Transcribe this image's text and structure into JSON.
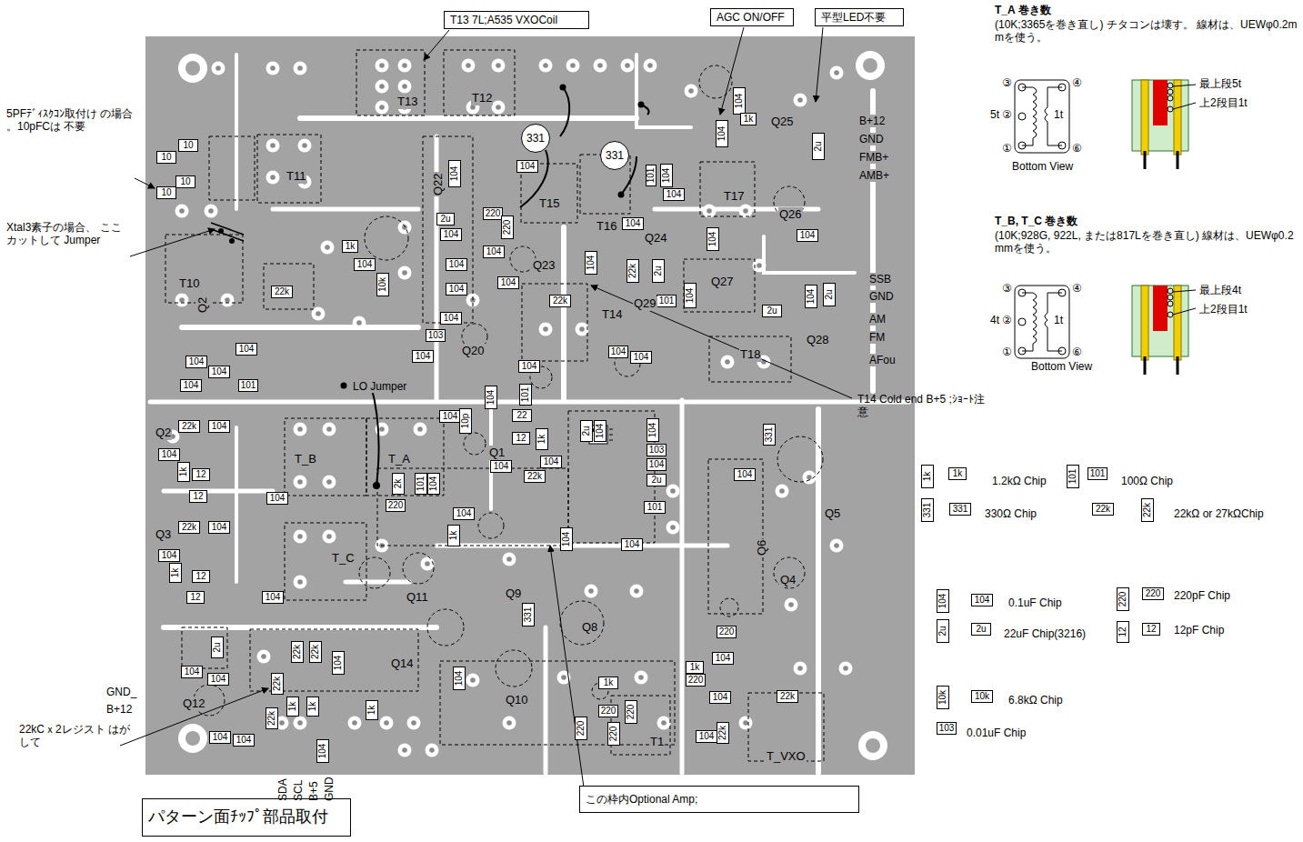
{
  "diagram": {
    "nodes": [
      {
        "text": [
          "T13 7L;A535 VXOCoil"
        ]
      },
      {
        "text": [
          "AGC ON/OFF"
        ]
      },
      {
        "text": [
          "平型LED不要"
        ]
      },
      {
        "text": [
          "10"
        ]
      },
      {
        "text": [
          "10"
        ]
      },
      {
        "text": [
          "10"
        ]
      },
      {
        "text": [
          "10"
        ]
      },
      {
        "text": [
          "104"
        ]
      },
      {
        "text": [
          "1k"
        ]
      },
      {
        "text": [
          "104"
        ]
      },
      {
        "text": [
          "2u"
        ]
      },
      {
        "text": [
          "331"
        ]
      },
      {
        "text": [
          "331"
        ]
      },
      {
        "text": [
          "104"
        ]
      },
      {
        "text": [
          "104"
        ]
      },
      {
        "text": [
          "101"
        ]
      },
      {
        "text": [
          "104"
        ]
      },
      {
        "text": [
          "104"
        ]
      },
      {
        "text": [
          "2u"
        ]
      },
      {
        "text": [
          "220"
        ]
      },
      {
        "text": [
          "220"
        ]
      },
      {
        "text": [
          "104"
        ]
      },
      {
        "text": [
          "104"
        ]
      },
      {
        "text": [
          "104"
        ]
      },
      {
        "text": [
          "104"
        ]
      },
      {
        "text": [
          "1k"
        ]
      },
      {
        "text": [
          "104"
        ]
      },
      {
        "text": [
          "104"
        ]
      },
      {
        "text": [
          "104"
        ]
      },
      {
        "text": [
          "104"
        ]
      },
      {
        "text": [
          "22k"
        ]
      },
      {
        "text": [
          "2u"
        ]
      },
      {
        "text": [
          "10k"
        ]
      },
      {
        "text": [
          "104"
        ]
      },
      {
        "text": [
          "104"
        ]
      },
      {
        "text": [
          "104"
        ]
      },
      {
        "text": [
          "104"
        ]
      },
      {
        "text": [
          "2u"
        ]
      },
      {
        "text": [
          "22k"
        ]
      },
      {
        "text": [
          "101"
        ]
      },
      {
        "text": [
          "22k"
        ]
      },
      {
        "text": [
          "2u"
        ]
      },
      {
        "text": [
          "104"
        ]
      },
      {
        "text": [
          "103"
        ]
      },
      {
        "text": [
          "104"
        ]
      },
      {
        "text": [
          "104"
        ]
      },
      {
        "text": [
          "104"
        ]
      },
      {
        "text": [
          "104"
        ]
      },
      {
        "text": [
          "104"
        ]
      },
      {
        "text": [
          "104"
        ]
      },
      {
        "text": [
          "104"
        ]
      },
      {
        "text": [
          "104"
        ]
      },
      {
        "text": [
          "101"
        ]
      },
      {
        "text": [
          "101"
        ]
      },
      {
        "text": [
          "104"
        ]
      },
      {
        "text": [
          "22"
        ]
      },
      {
        "text": [
          "104"
        ]
      },
      {
        "text": [
          "22k"
        ]
      },
      {
        "text": [
          "104"
        ]
      },
      {
        "text": [
          "10p"
        ]
      },
      {
        "text": [
          "2u"
        ]
      },
      {
        "text": [
          "104"
        ]
      },
      {
        "text": [
          "104"
        ]
      },
      {
        "text": [
          "331"
        ]
      },
      {
        "text": [
          "12"
        ]
      },
      {
        "text": [
          "1k"
        ]
      },
      {
        "text": [
          "103"
        ]
      },
      {
        "text": [
          "104"
        ]
      },
      {
        "text": [
          "104"
        ]
      },
      {
        "text": [
          "104"
        ]
      },
      {
        "text": [
          "1k"
        ]
      },
      {
        "text": [
          "12"
        ]
      },
      {
        "text": [
          "104"
        ]
      },
      {
        "text": [
          "104"
        ]
      },
      {
        "text": [
          "22k"
        ]
      },
      {
        "text": [
          "2u"
        ]
      },
      {
        "text": [
          "2k"
        ]
      },
      {
        "text": [
          "101"
        ]
      },
      {
        "text": [
          "104"
        ]
      },
      {
        "text": [
          "12"
        ]
      },
      {
        "text": [
          "104"
        ]
      },
      {
        "text": [
          "220"
        ]
      },
      {
        "text": [
          "101"
        ]
      },
      {
        "text": [
          "104"
        ]
      },
      {
        "text": [
          "22k"
        ]
      },
      {
        "text": [
          "104"
        ]
      },
      {
        "text": [
          "1k"
        ]
      },
      {
        "text": [
          "104"
        ]
      },
      {
        "text": [
          "104"
        ]
      },
      {
        "text": [
          "104"
        ]
      },
      {
        "text": [
          "1k"
        ]
      },
      {
        "text": [
          "12"
        ]
      },
      {
        "text": [
          "12"
        ]
      },
      {
        "text": [
          "104"
        ]
      },
      {
        "text": [
          "331"
        ]
      },
      {
        "text": [
          "220"
        ]
      },
      {
        "text": [
          "2u"
        ]
      },
      {
        "text": [
          "22k"
        ]
      },
      {
        "text": [
          "22k"
        ]
      },
      {
        "text": [
          "104"
        ]
      },
      {
        "text": [
          "104"
        ]
      },
      {
        "text": [
          "104"
        ]
      },
      {
        "text": [
          "22k"
        ]
      },
      {
        "text": [
          "104"
        ]
      },
      {
        "text": [
          "104"
        ]
      },
      {
        "text": [
          "1k"
        ]
      },
      {
        "text": [
          "1k"
        ]
      },
      {
        "text": [
          "220"
        ]
      },
      {
        "text": [
          "22k"
        ]
      },
      {
        "text": [
          "104"
        ]
      },
      {
        "text": [
          "1k"
        ]
      },
      {
        "text": [
          "1k"
        ]
      },
      {
        "text": [
          "1k"
        ]
      },
      {
        "text": [
          "220"
        ]
      },
      {
        "text": [
          "220"
        ]
      },
      {
        "text": [
          "22k"
        ]
      },
      {
        "text": [
          "220"
        ]
      },
      {
        "text": [
          "22k"
        ]
      },
      {
        "text": [
          "220"
        ]
      },
      {
        "text": [
          "104"
        ]
      },
      {
        "text": [
          "104"
        ]
      },
      {
        "text": [
          "104"
        ]
      },
      {
        "text": [
          "104"
        ]
      },
      {
        "text": [
          "この枠内Optional Amp;"
        ]
      },
      {
        "text": [
          "パターン面ﾁｯﾌﾟ部品取付"
        ]
      },
      {
        "text": [
          "1k"
        ]
      },
      {
        "text": [
          "1k"
        ]
      },
      {
        "text": [
          "101"
        ]
      },
      {
        "text": [
          "101"
        ]
      },
      {
        "text": [
          "331"
        ]
      },
      {
        "text": [
          "331"
        ]
      },
      {
        "text": [
          "22k"
        ]
      },
      {
        "text": [
          "22k"
        ]
      },
      {
        "text": [
          "104"
        ]
      },
      {
        "text": [
          "104"
        ]
      },
      {
        "text": [
          "220"
        ]
      },
      {
        "text": [
          "220"
        ]
      },
      {
        "text": [
          "2u"
        ]
      },
      {
        "text": [
          "2u"
        ]
      },
      {
        "text": [
          "12"
        ]
      },
      {
        "text": [
          "12"
        ]
      },
      {
        "text": [
          "10k"
        ]
      },
      {
        "text": [
          "10k"
        ]
      },
      {
        "text": [
          "103"
        ]
      }
    ],
    "labels": [
      "5PFﾃﾞｨｽｸｺﾝ取付け の場合。10pFCは 不要",
      "Xtal3素子の場合、 ここカットして Jumper",
      "T13",
      "T12",
      "T11",
      "T10",
      "Q2",
      "Q22",
      "T15",
      "T16",
      "Q24",
      "T17",
      "Q25",
      "Q26",
      "Q27",
      "Q29",
      "Q28",
      "T18",
      "Q23",
      "T14",
      "Q20",
      "B+12",
      "GND",
      "FMB+",
      "AMB+",
      "SSB",
      "GND",
      "AM",
      "FM",
      "AFou",
      "LO Jumper",
      "T14 Cold end B+5 ;ｼｮｰﾄ注意",
      "Q2",
      "T_B",
      "T_A",
      "Q1",
      "Q3",
      "Q5",
      "Q6",
      "T_C",
      "Q4",
      "Q11",
      "Q9",
      "Q8",
      "Q14",
      "GND_",
      "B+12",
      "Q12",
      "Q10",
      "22kCｘ2レジスト はがして",
      "T1",
      "T_VXO",
      "SDA",
      "SCL",
      "B+5",
      "GND",
      "T_A 巻き数",
      "(10K;3365を巻き直し) チタコンは壊す。 線材は、UEWφ0.2mmを使う。",
      "③",
      "④",
      "5t",
      "②",
      "1t",
      "①",
      "⑥",
      "Bottom View",
      "最上段5t",
      "上2段目1t",
      "T_B, T_C 巻き数",
      "(10K;928G, 922L, または817Lを巻き直し) 線材は、UEWφ0.2mmを使う。",
      "③",
      "④",
      "4t",
      "②",
      "1t",
      "①",
      "⑥",
      "Bottom View",
      "最上段4t",
      "上2段目1t",
      "1.2kΩ Chip",
      "100Ω Chip",
      "330Ω Chip",
      "22kΩ or 27kΩChip",
      "0.1uF Chip",
      "220pF Chip",
      "22uF Chip(3216)",
      "12pF Chip",
      "6.8kΩ Chip",
      "0.01uF Chip"
    ]
  }
}
